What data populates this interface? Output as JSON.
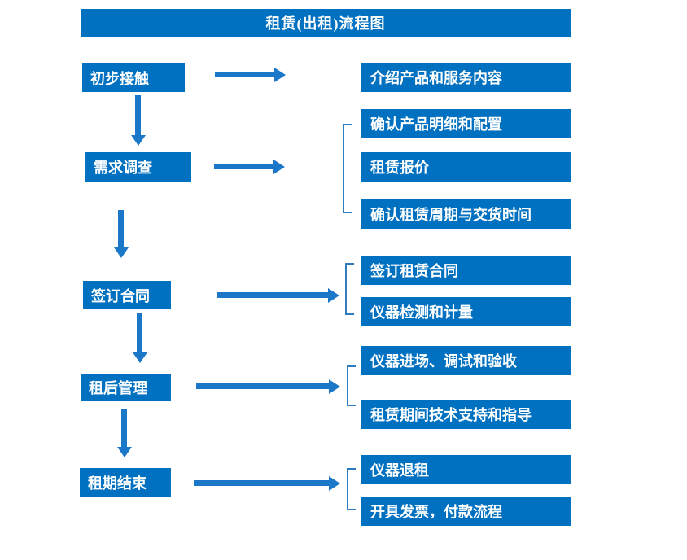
{
  "title": "租赁(出租)流程图",
  "colors": {
    "box_blue": "#0070c0",
    "arrow_blue": "#1b78c8",
    "bracket_blue": "#2e7bbf",
    "text": "#ffffff",
    "background": "#ffffff"
  },
  "steps": [
    {
      "label": "初步接触",
      "outputs": [
        "介绍产品和服务内容"
      ]
    },
    {
      "label": "需求调查",
      "outputs": [
        "确认产品明细和配置",
        "租赁报价",
        "确认租赁周期与交货时间"
      ]
    },
    {
      "label": "签订合同",
      "outputs": [
        "签订租赁合同",
        "仪器检测和计量"
      ]
    },
    {
      "label": "租后管理",
      "outputs": [
        "仪器进场、调试和验收",
        "租赁期间技术支持和指导"
      ]
    },
    {
      "label": "租期结束",
      "outputs": [
        "仪器退租",
        "开具发票，付款流程"
      ]
    }
  ]
}
